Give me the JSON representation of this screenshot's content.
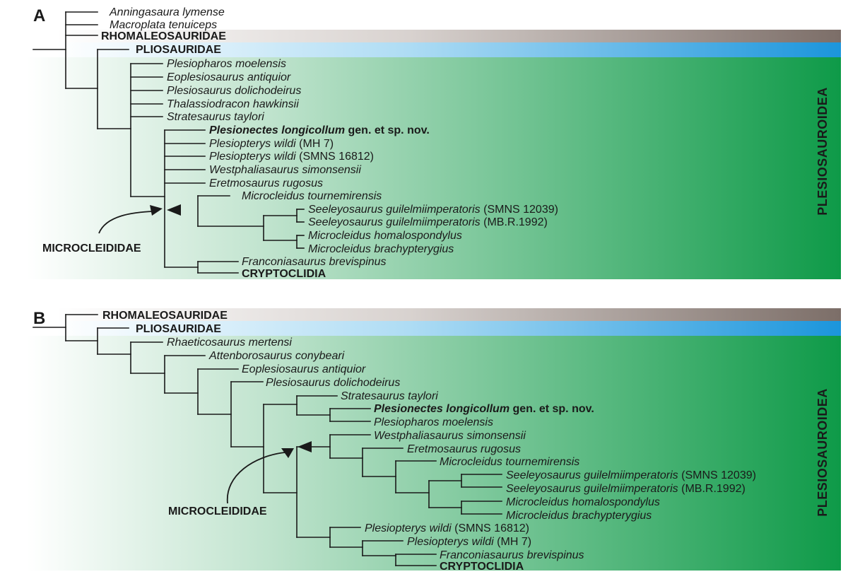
{
  "figure": {
    "panels": [
      {
        "letter": "A",
        "bands": {
          "rhomaleosauridae": "RHOMALEOSAURIDAE",
          "pliosauridae": "PLIOSAURIDAE"
        },
        "vertical_label": "PLESIOSAUROIDEA",
        "annotation": "MICROCLEIDIDAE",
        "taxa": [
          {
            "name": "Anningasaura lymense",
            "suffix": "",
            "style": "italic"
          },
          {
            "name": "Macroplata tenuiceps",
            "suffix": "",
            "style": "italic"
          },
          {
            "name": "RHOMALEOSAURIDAE",
            "suffix": "",
            "style": "clade"
          },
          {
            "name": "PLIOSAURIDAE",
            "suffix": "",
            "style": "clade"
          },
          {
            "name": "Plesiopharos moelensis",
            "suffix": "",
            "style": "italic"
          },
          {
            "name": "Eoplesiosaurus antiquior",
            "suffix": "",
            "style": "italic"
          },
          {
            "name": "Plesiosaurus dolichodeirus",
            "suffix": "",
            "style": "italic"
          },
          {
            "name": "Thalassiodracon hawkinsii",
            "suffix": "",
            "style": "italic"
          },
          {
            "name": "Stratesaurus taylori",
            "suffix": "",
            "style": "italic"
          },
          {
            "name": "Plesionectes longicollum",
            "suffix": " gen. et sp. nov.",
            "style": "bold"
          },
          {
            "name": "Plesiopterys wildi",
            "suffix": " (MH 7)",
            "style": "italic"
          },
          {
            "name": "Plesiopterys wildi",
            "suffix": " (SMNS 16812)",
            "style": "italic"
          },
          {
            "name": "Westphaliasaurus simonsensii",
            "suffix": "",
            "style": "italic"
          },
          {
            "name": "Eretmosaurus rugosus",
            "suffix": "",
            "style": "italic"
          },
          {
            "name": "Microcleidus tournemirensis",
            "suffix": "",
            "style": "italic"
          },
          {
            "name": "Seeleyosaurus guilelmiimperatoris",
            "suffix": " (SMNS 12039)",
            "style": "italic"
          },
          {
            "name": "Seeleyosaurus guilelmiimperatoris",
            "suffix": " (MB.R.1992)",
            "style": "italic"
          },
          {
            "name": "Microcleidus homalospondylus",
            "suffix": "",
            "style": "italic"
          },
          {
            "name": "Microcleidus brachypterygius",
            "suffix": "",
            "style": "italic"
          },
          {
            "name": "Franconiasaurus brevispinus",
            "suffix": "",
            "style": "italic"
          },
          {
            "name": "CRYPTOCLIDIA",
            "suffix": "",
            "style": "clade"
          }
        ]
      },
      {
        "letter": "B",
        "bands": {
          "rhomaleosauridae": "RHOMALEOSAURIDAE",
          "pliosauridae": "PLIOSAURIDAE"
        },
        "vertical_label": "PLESIOSAUROIDEA",
        "annotation": "MICROCLEIDIDAE",
        "taxa": [
          {
            "name": "RHOMALEOSAURIDAE",
            "suffix": "",
            "style": "clade"
          },
          {
            "name": "PLIOSAURIDAE",
            "suffix": "",
            "style": "clade"
          },
          {
            "name": "Rhaeticosaurus mertensi",
            "suffix": "",
            "style": "italic"
          },
          {
            "name": "Attenborosaurus conybeari",
            "suffix": "",
            "style": "italic"
          },
          {
            "name": "Eoplesiosaurus antiquior",
            "suffix": "",
            "style": "italic"
          },
          {
            "name": "Plesiosaurus dolichodeirus",
            "suffix": "",
            "style": "italic"
          },
          {
            "name": "Stratesaurus taylori",
            "suffix": "",
            "style": "italic"
          },
          {
            "name": "Plesionectes longicollum",
            "suffix": " gen. et sp. nov.",
            "style": "bold"
          },
          {
            "name": "Plesiopharos moelensis",
            "suffix": "",
            "style": "italic"
          },
          {
            "name": "Westphaliasaurus simonsensii",
            "suffix": "",
            "style": "italic"
          },
          {
            "name": "Eretmosaurus rugosus",
            "suffix": "",
            "style": "italic"
          },
          {
            "name": "Microcleidus tournemirensis",
            "suffix": "",
            "style": "italic"
          },
          {
            "name": "Seeleyosaurus guilelmiimperatoris",
            "suffix": " (SMNS 12039)",
            "style": "italic"
          },
          {
            "name": "Seeleyosaurus guilelmiimperatoris",
            "suffix": " (MB.R.1992)",
            "style": "italic"
          },
          {
            "name": "Microcleidus homalospondylus",
            "suffix": "",
            "style": "italic"
          },
          {
            "name": "Microcleidus brachypterygius",
            "suffix": "",
            "style": "italic"
          },
          {
            "name": "Plesiopterys wildi",
            "suffix": " (SMNS 16812)",
            "style": "italic"
          },
          {
            "name": "Plesiopterys wildi",
            "suffix": " (MH 7)",
            "style": "italic"
          },
          {
            "name": "Franconiasaurus brevispinus",
            "suffix": "",
            "style": "italic"
          },
          {
            "name": "CRYPTOCLIDIA",
            "suffix": "",
            "style": "clade"
          }
        ]
      }
    ],
    "colors": {
      "plesiosauroidea_green": "#0e9a48",
      "pliosauridae_blue": "#1b95dc",
      "rhomaleosauridae_brown": "#7c6e68",
      "line": "#1a1a1a"
    }
  }
}
